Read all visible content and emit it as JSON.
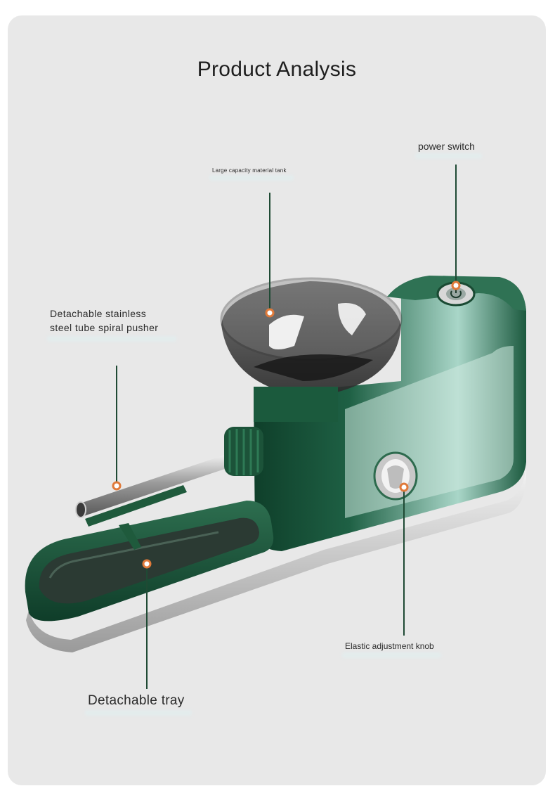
{
  "page": {
    "title": "Product Analysis"
  },
  "callouts": {
    "power_switch": "power switch",
    "material_tank": "Large capacity material tank",
    "spiral_pusher": "Detachable stainless steel tube spiral pusher",
    "adjustment_knob": "Elastic adjustment knob",
    "tray": "Detachable tray"
  },
  "colors": {
    "background": "#e8e8e8",
    "body_green": "#1f5a3c",
    "leader_line": "#1f4a34",
    "marker": "#e07a3a"
  }
}
